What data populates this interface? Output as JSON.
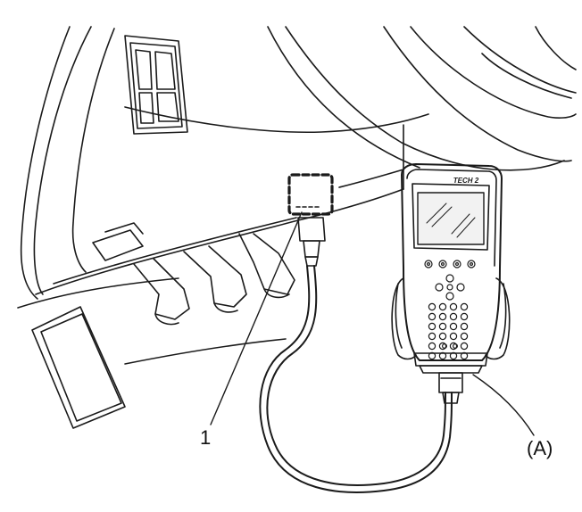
{
  "labels": {
    "connector_callout": "1",
    "tool_callout": "(A)"
  },
  "device": {
    "brand_text": "TECH 2"
  },
  "colors": {
    "line": "#1a1a1a",
    "background": "#ffffff",
    "screen_fill": "#f2f2f2"
  }
}
